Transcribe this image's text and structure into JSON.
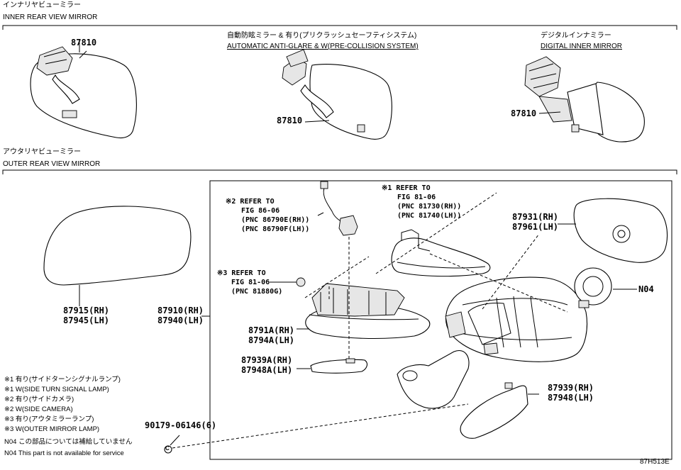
{
  "inner": {
    "header_jp": "インナリヤビューミラー",
    "header_en": "INNER REAR VIEW MIRROR",
    "auto_jp": "自動防眩ミラー & 有り(プリクラッシュセーフティシステム)",
    "auto_en": "AUTOMATIC ANTI-GLARE & W(PRE-COLLISION SYSTEM)",
    "digital_jp": "デジタルインナミラー",
    "digital_en": "DIGITAL INNER MIRROR",
    "pn_basic": "87810",
    "pn_auto": "87810",
    "pn_digital": "87810"
  },
  "outer": {
    "header_jp": "アウタリヤビューミラー",
    "header_en": "OUTER REAR VIEW MIRROR",
    "cover_rh": "87915(RH)",
    "cover_lh": "87945(LH)",
    "assy_rh": "87910(RH)",
    "assy_lh": "87940(LH)",
    "ref2_line1": "※2 REFER TO",
    "ref2_line2": "FIG 86-06",
    "ref2_line3": "(PNC 86790E(RH))",
    "ref2_line4": "(PNC 86790F(LH))",
    "ref3_line1": "※3 REFER TO",
    "ref3_line2": "FIG 81-06",
    "ref3_line3": "(PNC 81880G)",
    "ref1_line1": "※1 REFER TO",
    "ref1_line2": "FIG 81-06",
    "ref1_line3": "(PNC 81730(RH))",
    "ref1_line4": "(PNC 81740(LH))",
    "cover_a_rh": "8791A(RH)",
    "cover_a_lh": "8794A(LH)",
    "lower_a_rh": "87939A(RH)",
    "lower_a_lh": "87948A(LH)",
    "glass_rh": "87931(RH)",
    "glass_lh": "87961(LH)",
    "motor": "N04",
    "lower_rh": "87939(RH)",
    "lower_lh": "87948(LH)",
    "screw": "90179-06146(6)",
    "screw_mark": "C"
  },
  "notes": [
    "※1 有り(サイドターンシグナルランプ)",
    "※1 W(SIDE TURN SIGNAL LAMP)",
    "※2 有り(サイドカメラ)",
    "※2 W(SIDE CAMERA)",
    "※3 有り(アウタミラーランプ)",
    "※3 W(OUTER MIRROR LAMP)",
    "N04 この部品については補給していません",
    "N04 This part is not available for service"
  ],
  "code": "87H513E"
}
